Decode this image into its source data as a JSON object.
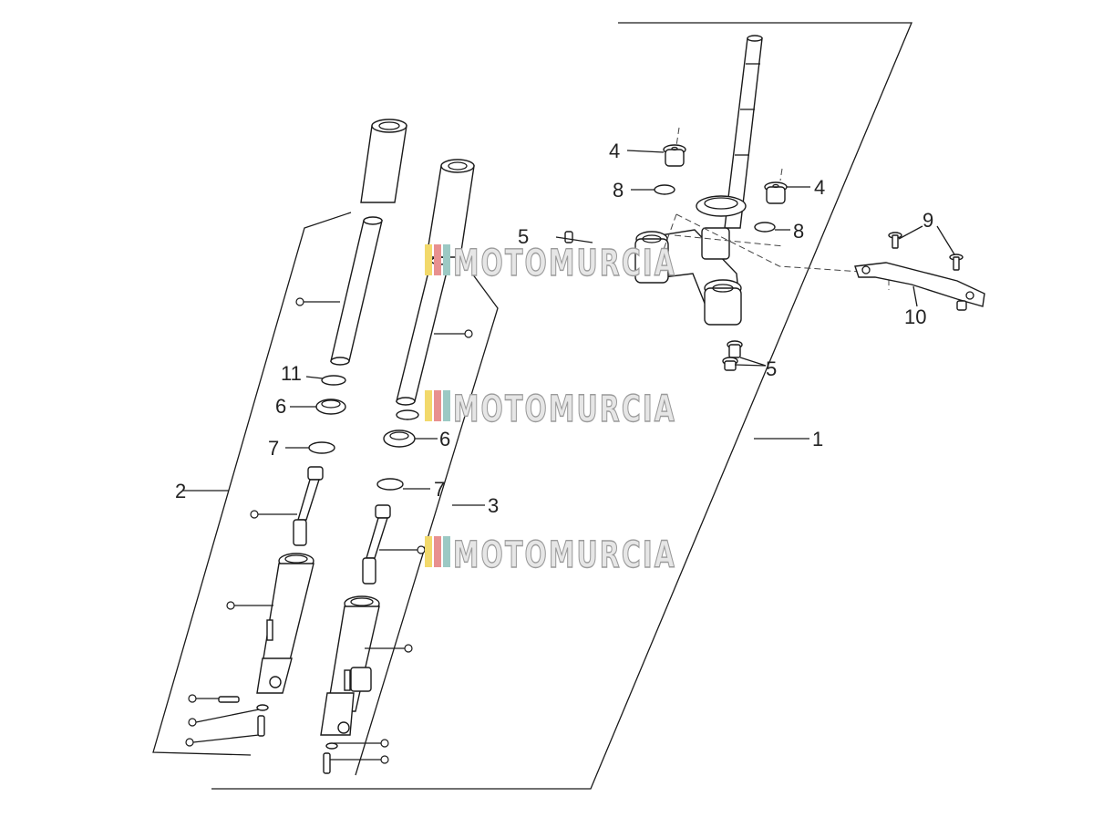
{
  "callouts": {
    "c1": "1",
    "c2": "2",
    "c3": "3",
    "c4a": "4",
    "c4b": "4",
    "c5a": "5",
    "c5b": "5",
    "c6a": "6",
    "c6b": "6",
    "c7a": "7",
    "c7b": "7",
    "c8a": "8",
    "c8b": "8",
    "c9": "9",
    "c10": "10",
    "c11": "11"
  },
  "watermarks": [
    "MOTOMURCIA",
    "MOTOMURCIA",
    "MOTOMURCIA"
  ],
  "watermark_colors": [
    "#f2d96b",
    "#e8908f",
    "#9cc9c4"
  ]
}
